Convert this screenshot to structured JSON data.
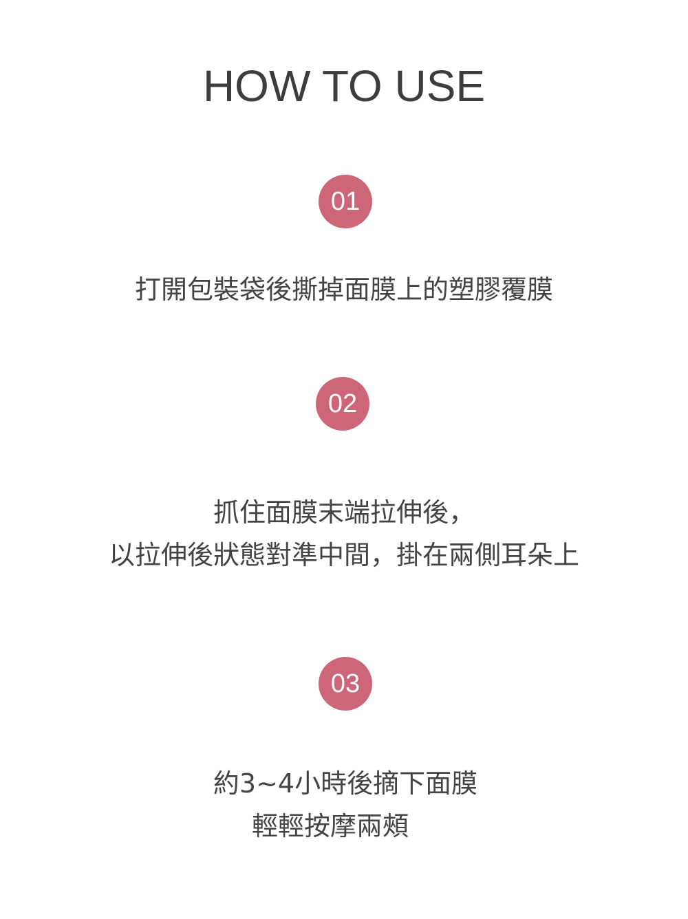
{
  "title": "HOW TO USE",
  "steps": [
    {
      "number": "01",
      "lines": [
        "打開包裝袋後撕掉面膜上的塑膠覆膜"
      ]
    },
    {
      "number": "02",
      "lines": [
        "抓住面膜末端拉伸後，",
        "以拉伸後狀態對準中間，掛在兩側耳朵上"
      ]
    },
    {
      "number": "03",
      "lines": [
        "約3~4小時後摘下面膜",
        "輕輕按摩兩頰"
      ]
    }
  ],
  "colors": {
    "badge": "#cd6677",
    "text": "#444444",
    "background": "#ffffff"
  }
}
